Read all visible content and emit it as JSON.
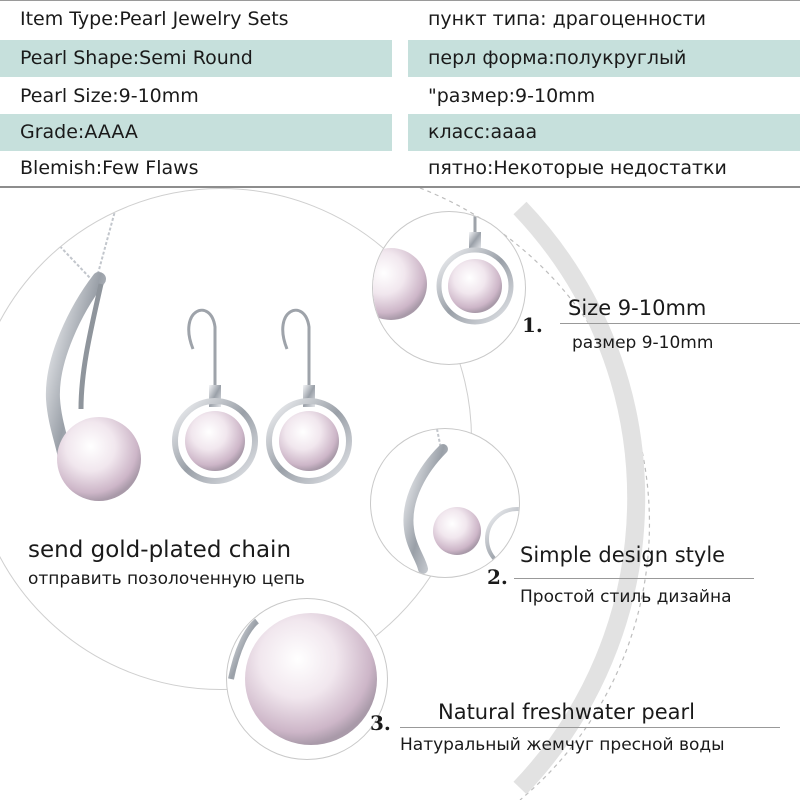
{
  "specs": {
    "rows": [
      {
        "en": "Item Type:Pearl Jewelry Sets",
        "ru": "пункт типа: драгоценности"
      },
      {
        "en": "Pearl Shape:Semi Round",
        "ru": "перл форма:полукруглый"
      },
      {
        "en": "Pearl Size:9-10mm",
        "ru": "\"размер:9-10mm"
      },
      {
        "en": "Grade:AAAA",
        "ru": "класс:аааа"
      },
      {
        "en": "Blemish:Few Flaws",
        "ru": "пятно:Некоторые недостатки"
      }
    ]
  },
  "main": {
    "chain_en": "send gold-plated chain",
    "chain_ru": "отправить позолоченную цепь"
  },
  "features": [
    {
      "num": "1.",
      "en": "Size 9-10mm",
      "ru": "размер 9-10mm"
    },
    {
      "num": "2.",
      "en": "Simple design style",
      "ru": "Простой стиль дизайна"
    },
    {
      "num": "3.",
      "en": "Natural freshwater pearl",
      "ru": "Натуральный жемчуг пресной воды"
    }
  ],
  "colors": {
    "row_shade": "#c6e0dc",
    "pearl": "#ecdfe8",
    "silver": "#b8bcc2"
  }
}
